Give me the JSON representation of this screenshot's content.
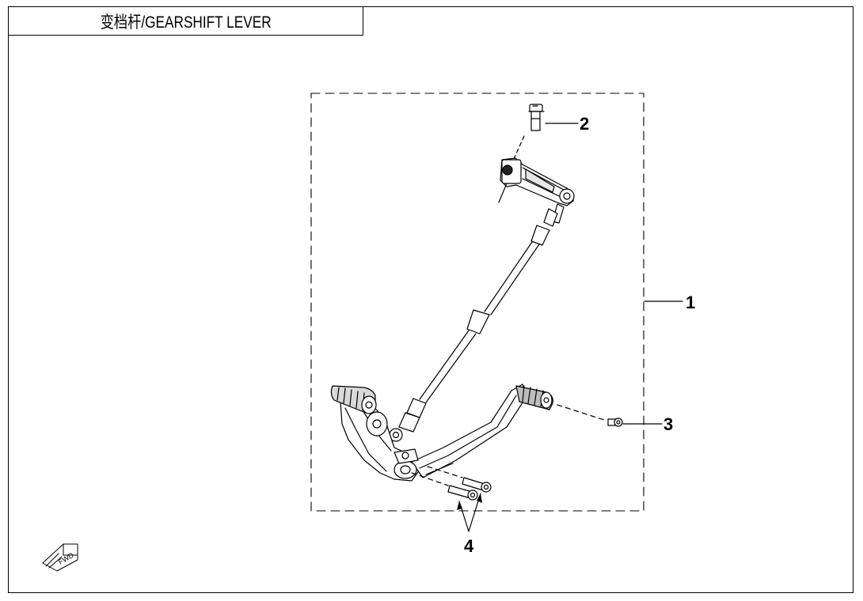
{
  "title": "变档杆/GEARSHIFT LEVER",
  "callouts": {
    "c1": "1",
    "c2": "2",
    "c3": "3",
    "c4": "4"
  },
  "direction_badge": {
    "icon": "fwd-arrow-icon",
    "label": "FWD"
  }
}
